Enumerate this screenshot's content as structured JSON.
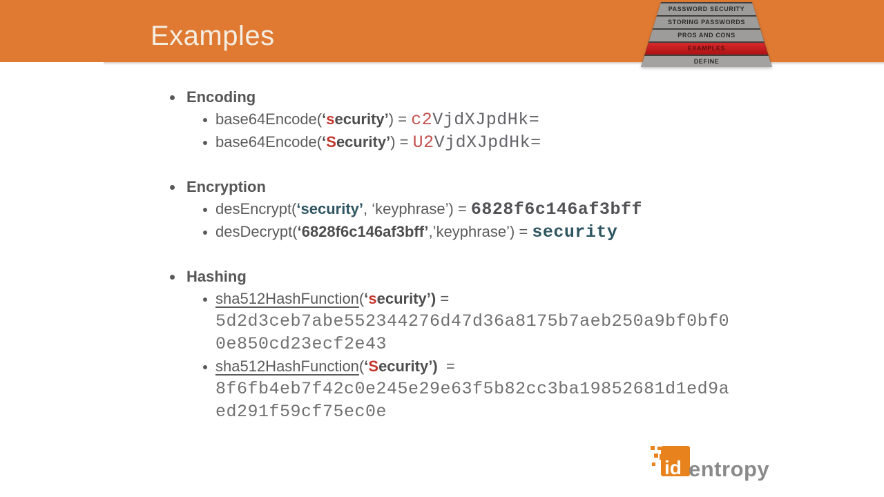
{
  "header": {
    "title": "Examples"
  },
  "colors": {
    "header_bg": "#E07A33",
    "highlight_red": "#C11B1C",
    "keyword_red": "#C5342C",
    "keyword_teal": "#2E5560",
    "body_gray": "#5B5B5B"
  },
  "pyramid": {
    "layers": [
      {
        "label": "PASSWORD SECURITY",
        "highlighted": false
      },
      {
        "label": "STORING PASSWORDS",
        "highlighted": false
      },
      {
        "label": "PROS AND CONS",
        "highlighted": false
      },
      {
        "label": "EXAMPLES",
        "highlighted": true
      },
      {
        "label": "DEFINE",
        "highlighted": false
      }
    ]
  },
  "content": {
    "rows": [
      {
        "segments": [
          {
            "t": "Encoding",
            "s": "h"
          }
        ]
      },
      {
        "segments": [
          {
            "t": "base64Encode(",
            "s": "p"
          },
          {
            "t": "‘",
            "s": "b"
          },
          {
            "t": "s",
            "s": "r"
          },
          {
            "t": "ecurity",
            "s": "b"
          },
          {
            "t": "’",
            "s": "b"
          },
          {
            "t": ") = ",
            "s": "p"
          },
          {
            "t": "c2",
            "s": "mr"
          },
          {
            "t": "VjdXJpdHk=",
            "s": "m"
          }
        ]
      },
      {
        "segments": [
          {
            "t": "base64Encode(",
            "s": "p"
          },
          {
            "t": "‘",
            "s": "b"
          },
          {
            "t": "S",
            "s": "r"
          },
          {
            "t": "ecurity",
            "s": "b"
          },
          {
            "t": "’",
            "s": "b"
          },
          {
            "t": ") = ",
            "s": "p"
          },
          {
            "t": "U2",
            "s": "mr"
          },
          {
            "t": "VjdXJpdHk=",
            "s": "m"
          }
        ]
      },
      {
        "segments": [
          {
            "t": "Encryption",
            "s": "h"
          }
        ]
      },
      {
        "segments": [
          {
            "t": "desEncrypt(",
            "s": "p"
          },
          {
            "t": "‘security’",
            "s": "t"
          },
          {
            "t": ", ‘keyphrase’) = ",
            "s": "p"
          },
          {
            "t": "6828f6c146af3bff",
            "s": "mb"
          }
        ]
      },
      {
        "segments": [
          {
            "t": "desDecrypt(",
            "s": "p"
          },
          {
            "t": "‘6828f6c146af3bff’",
            "s": "b"
          },
          {
            "t": ",’keyphrase’) = ",
            "s": "p"
          },
          {
            "t": "security",
            "s": "mt"
          }
        ]
      },
      {
        "segments": [
          {
            "t": "Hashing",
            "s": "h"
          }
        ]
      },
      {
        "segments": [
          {
            "t": "sha512HashFunction",
            "s": "u"
          },
          {
            "t": "(",
            "s": "p"
          },
          {
            "t": "‘",
            "s": "b"
          },
          {
            "t": "s",
            "s": "r"
          },
          {
            "t": "ecurity",
            "s": "b"
          },
          {
            "t": "’)",
            "s": "b"
          },
          {
            "t": " = ",
            "s": "p"
          }
        ]
      },
      {
        "segments": [
          {
            "t": "5d2d3ceb7abe552344276d47d36a8175b7aeb250a9bf0bf0",
            "s": "m2"
          }
        ]
      },
      {
        "segments": [
          {
            "t": "0e850cd23ecf2e43",
            "s": "m2"
          }
        ]
      },
      {
        "segments": [
          {
            "t": "sha512HashFunction",
            "s": "u"
          },
          {
            "t": "(",
            "s": "p"
          },
          {
            "t": "‘",
            "s": "b"
          },
          {
            "t": "S",
            "s": "r"
          },
          {
            "t": "ecurity",
            "s": "b"
          },
          {
            "t": "’)",
            "s": "b"
          },
          {
            "t": "  = ",
            "s": "p"
          }
        ]
      },
      {
        "segments": [
          {
            "t": "8f6fb4eb7f42c0e245e29e63f5b82cc3ba19852681d1ed9a",
            "s": "m2"
          }
        ]
      },
      {
        "segments": [
          {
            "t": "ed291f59cf75ec0e",
            "s": "m2"
          }
        ]
      }
    ]
  },
  "logo": {
    "id_text": "id",
    "entropy_text": "entropy"
  }
}
